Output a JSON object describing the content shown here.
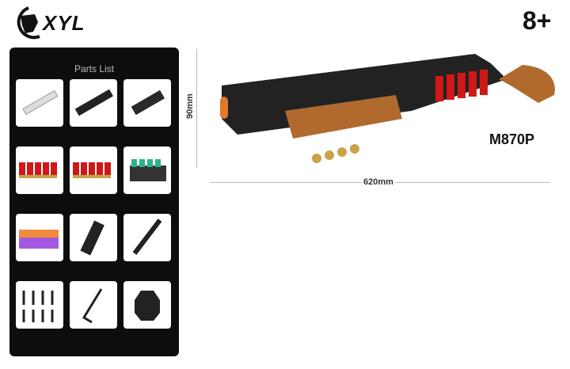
{
  "brand": {
    "logo_text": "XYL"
  },
  "age_badge": "8+",
  "parts_list": {
    "title": "Parts List",
    "items": [
      "rail-cover",
      "picatinny-rail-long",
      "picatinny-rail-short",
      "shell-set-red-a",
      "shell-set-red-b",
      "dart-shells-green",
      "soft-darts-purple",
      "shell-holder",
      "sling",
      "screws",
      "hex-key",
      "end-cap"
    ]
  },
  "product": {
    "model": "M870P",
    "height_label": "90mm",
    "length_label": "620mm"
  },
  "colors": {
    "panel": "#0d0d0d",
    "wood": "#b06a2e",
    "shell_red": "#d01818",
    "metal": "#222222"
  }
}
